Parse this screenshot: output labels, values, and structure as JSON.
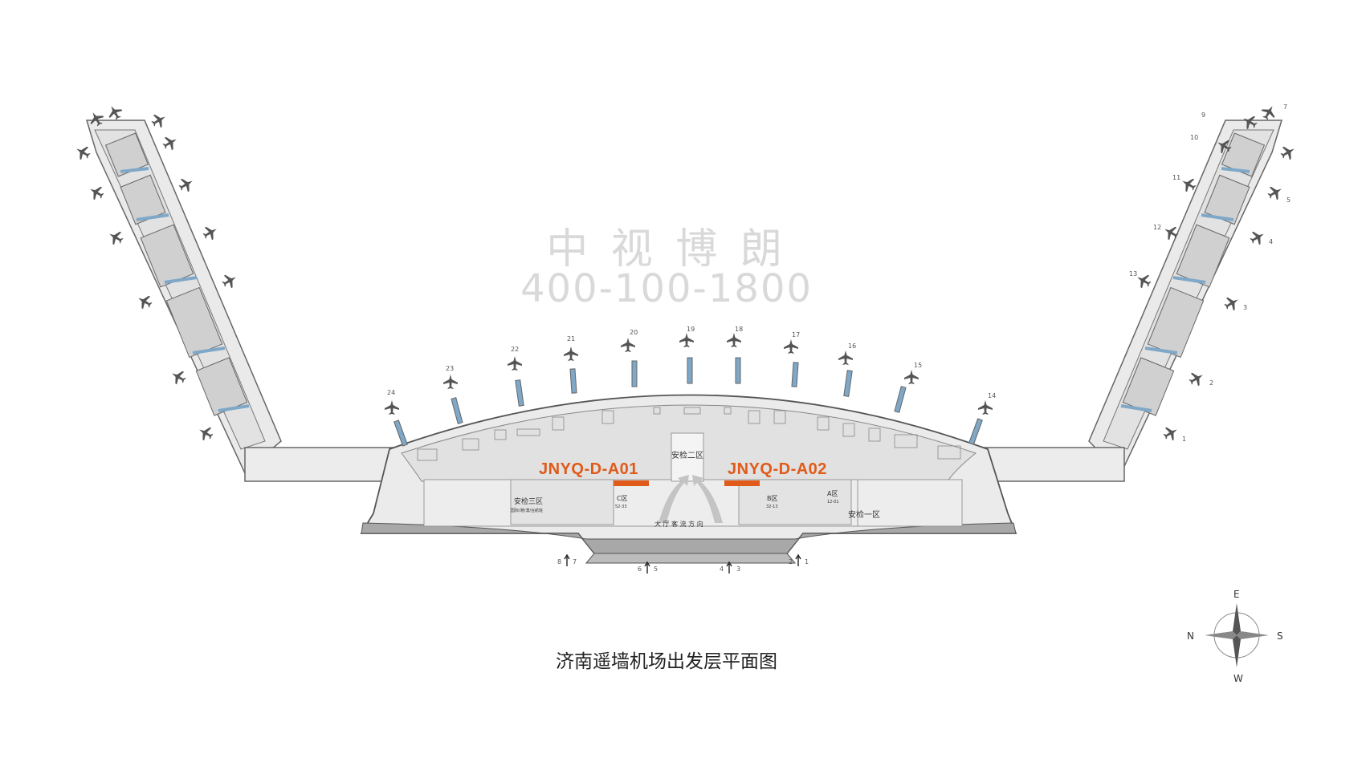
{
  "watermark": {
    "company": "中 视 博 朗",
    "phone": "400-100-1800"
  },
  "caption": "济南遥墙机场出发层平面图",
  "ad_positions": [
    {
      "code": "JNYQ-D-A01"
    },
    {
      "code": "JNYQ-D-A02"
    }
  ],
  "zones": {
    "security_1": "安检一区",
    "security_2": "安检二区",
    "security_3": "安检三区",
    "security_3_sub": "国际/港/澳/台航班",
    "zone_c": "C区",
    "zone_c_range": "52-33",
    "zone_b": "B区",
    "zone_b_range": "32-13",
    "zone_a": "A区",
    "zone_a_range": "12-01",
    "flow": "大 厅 客 流 方 向"
  },
  "gates_center": [
    "24",
    "23",
    "22",
    "21",
    "20",
    "19",
    "18",
    "17",
    "16",
    "15",
    "14"
  ],
  "gates_right": [
    "9",
    "10",
    "11",
    "12",
    "13",
    "7",
    "5",
    "4",
    "3",
    "2",
    "1"
  ],
  "entrances": [
    "8",
    "7",
    "6",
    "5",
    "4",
    "3",
    "2",
    "1"
  ],
  "compass": {
    "north": "N",
    "south": "S",
    "east": "E",
    "west": "W"
  },
  "colors": {
    "accent": "#e05a1a",
    "building": "#e8e8e8",
    "jetbridge": "#7fa8c8"
  }
}
